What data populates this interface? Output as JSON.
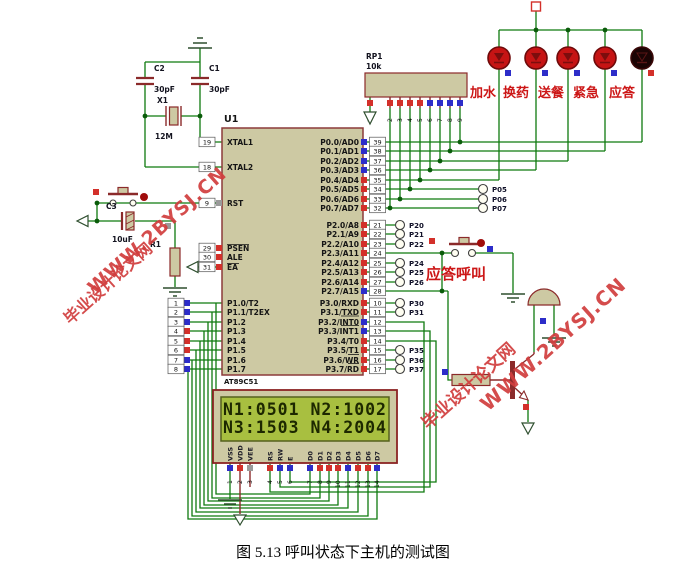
{
  "caption": "图 5.13  呼叫状态下主机的测试图",
  "chip": {
    "ref": "U1",
    "part": "AT89C51",
    "left_pins": [
      {
        "num": "19",
        "label": "XTAL1"
      },
      {
        "num": "18",
        "label": "XTAL2"
      },
      {
        "num": "9",
        "label": "RST"
      },
      {
        "num": "29",
        "label": "PSEN"
      },
      {
        "num": "30",
        "label": "ALE"
      },
      {
        "num": "31",
        "label": "EA"
      },
      {
        "num": "1",
        "label": "P1.0/T2"
      },
      {
        "num": "2",
        "label": "P1.1/T2EX"
      },
      {
        "num": "3",
        "label": "P1.2"
      },
      {
        "num": "4",
        "label": "P1.3"
      },
      {
        "num": "5",
        "label": "P1.4"
      },
      {
        "num": "6",
        "label": "P1.5"
      },
      {
        "num": "7",
        "label": "P1.6"
      },
      {
        "num": "8",
        "label": "P1.7"
      }
    ],
    "right_pins": [
      {
        "num": "39",
        "label": "P0.0/AD0"
      },
      {
        "num": "38",
        "label": "P0.1/AD1"
      },
      {
        "num": "37",
        "label": "P0.2/AD2"
      },
      {
        "num": "36",
        "label": "P0.3/AD3"
      },
      {
        "num": "35",
        "label": "P0.4/AD4"
      },
      {
        "num": "34",
        "label": "P0.5/AD5"
      },
      {
        "num": "33",
        "label": "P0.6/AD6"
      },
      {
        "num": "32",
        "label": "P0.7/AD7"
      },
      {
        "num": "21",
        "label": "P2.0/A8"
      },
      {
        "num": "22",
        "label": "P2.1/A9"
      },
      {
        "num": "23",
        "label": "P2.2/A10"
      },
      {
        "num": "24",
        "label": "P2.3/A11"
      },
      {
        "num": "25",
        "label": "P2.4/A12"
      },
      {
        "num": "26",
        "label": "P2.5/A13"
      },
      {
        "num": "27",
        "label": "P2.6/A14"
      },
      {
        "num": "28",
        "label": "P2.7/A15"
      },
      {
        "num": "10",
        "label": "P3.0/RXD"
      },
      {
        "num": "11",
        "label": "P3.1/TXD"
      },
      {
        "num": "12",
        "label": "P3.2/INT0"
      },
      {
        "num": "13",
        "label": "P3.3/INT1"
      },
      {
        "num": "14",
        "label": "P3.4/T0"
      },
      {
        "num": "15",
        "label": "P3.5/T1"
      },
      {
        "num": "16",
        "label": "P3.6/WR"
      },
      {
        "num": "17",
        "label": "P3.7/RD"
      }
    ]
  },
  "components": {
    "c2": {
      "ref": "C2",
      "value": "30pF"
    },
    "c1": {
      "ref": "C1",
      "value": "30pF"
    },
    "x1": {
      "ref": "X1",
      "value": "12M"
    },
    "c3": {
      "ref": "C3",
      "value": "10uF"
    },
    "r1": {
      "ref": "R1"
    },
    "rp1": {
      "ref": "RP1",
      "value": "10k",
      "pins": [
        "1",
        "2",
        "3",
        "4",
        "5",
        "6",
        "7",
        "8",
        "9"
      ]
    }
  },
  "leds": [
    {
      "label": "加水",
      "state": "on"
    },
    {
      "label": "换药",
      "state": "on"
    },
    {
      "label": "送餐",
      "state": "on"
    },
    {
      "label": "紧急",
      "state": "on"
    },
    {
      "label": "应答",
      "state": "off"
    }
  ],
  "button": {
    "label": "应答呼叫"
  },
  "terminals": {
    "p0": [
      "P05",
      "P06",
      "P07"
    ],
    "p2": [
      "P20",
      "P21",
      "P22",
      "P24",
      "P25",
      "P26"
    ],
    "p3": [
      "P30",
      "P31",
      "P35",
      "P36",
      "P37"
    ]
  },
  "lcd": {
    "line1": "N1:0501 N2:1002",
    "line2": "N3:1503 N4:2004",
    "pin_names": [
      "VSS",
      "VDD",
      "VEE",
      "RS",
      "RW",
      "E",
      "D0",
      "D1",
      "D2",
      "D3",
      "D4",
      "D5",
      "D6",
      "D7"
    ],
    "pin_numbers": [
      "1",
      "2",
      "3",
      "4",
      "5",
      "6",
      "7",
      "8",
      "9",
      "10",
      "11",
      "12",
      "13",
      "14"
    ]
  },
  "watermark": {
    "en": "WWW.2BYSJ.CN",
    "cn": "毕业设计论文网"
  },
  "colors": {
    "wire": "#0f7a0f",
    "component_outline": "#8b2a2a",
    "component_fill": "#cdc9a3",
    "lcd_screen": "#a8bf40",
    "led_on": "#c61414",
    "led_off": "#1a0404",
    "state_high": "#d3302a",
    "state_low": "#2d2dc9",
    "watermark_red": "#d13d3d"
  }
}
